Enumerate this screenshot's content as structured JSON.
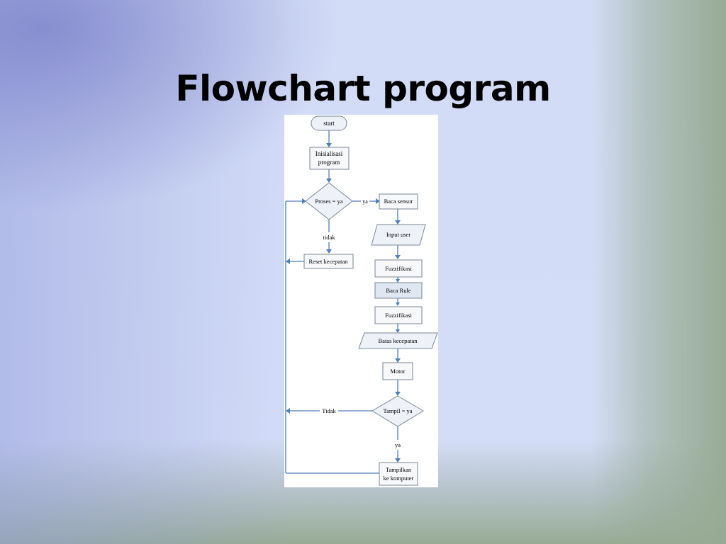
{
  "slide": {
    "title": "Flowchart program"
  },
  "diagram": {
    "nodes": {
      "start": "start",
      "init_line1": "Inisialisasi",
      "init_line2": "program",
      "decision_proses": "Proses = ya",
      "reset": "Reset kecepatan",
      "baca_sensor": "Baca sensor",
      "input_user": "Input user",
      "fuzzifikasi_1": "Fuzzifikasi",
      "baca_rule": "Baca Rule",
      "fuzzifikasi_2": "Fuzzifikasi",
      "batas_kecepatan": "Batas kecepatan",
      "motor": "Motor",
      "decision_tampil": "Tampil = ya",
      "tampilkan_line1": "Tampilkan",
      "tampilkan_line2": "ke komputer"
    },
    "edge_labels": {
      "proses_ya": "ya",
      "proses_tidak": "tidak",
      "tampil_tidak": "Tidak",
      "tampil_ya": "ya"
    },
    "colors": {
      "connector": "#4f81bd"
    }
  }
}
